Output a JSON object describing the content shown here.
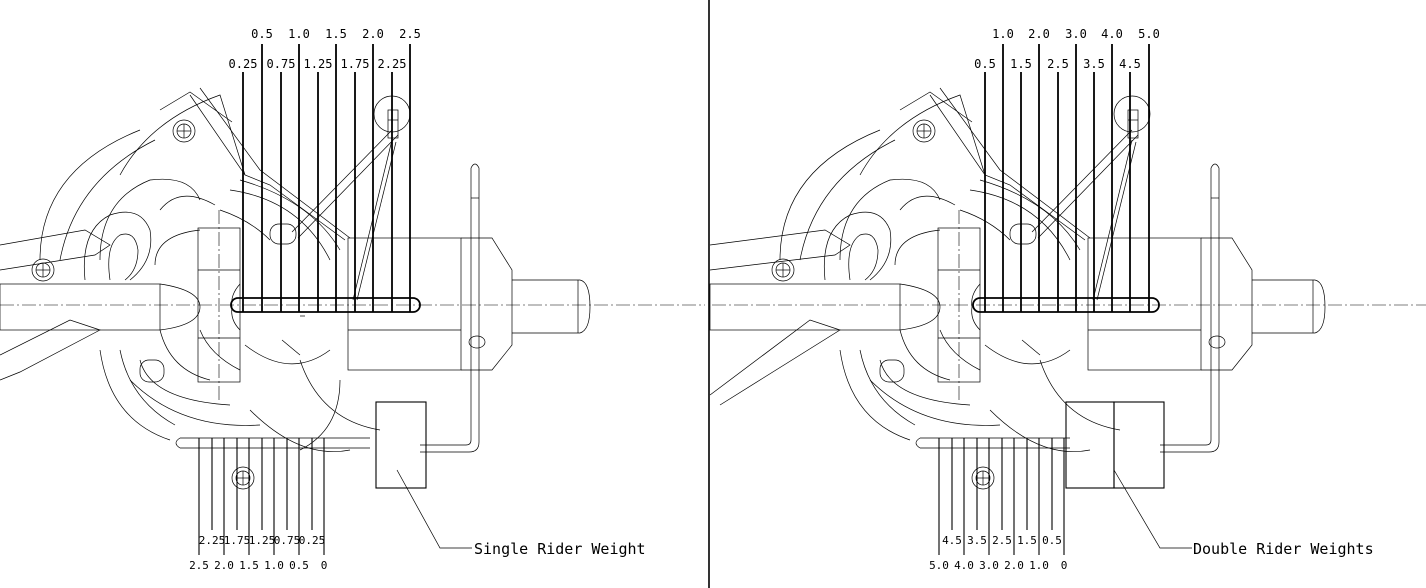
{
  "panels": [
    {
      "id": "single",
      "caption": "Single Rider Weight",
      "top_major_labels": [
        "0.5",
        "1.0",
        "1.5",
        "2.0",
        "2.5"
      ],
      "top_minor_labels": [
        "0.25",
        "0.75",
        "1.25",
        "1.75",
        "2.25"
      ],
      "bottom_minor_labels": [
        "2.25",
        "1.75",
        "1.25",
        "0.75",
        "0.25"
      ],
      "bottom_major_labels": [
        "2.5",
        "2.0",
        "1.5",
        "1.0",
        "0.5",
        "0"
      ]
    },
    {
      "id": "double",
      "caption": "Double Rider Weights",
      "top_major_labels": [
        "1.0",
        "2.0",
        "3.0",
        "4.0",
        "5.0"
      ],
      "top_minor_labels": [
        "0.5",
        "1.5",
        "2.5",
        "3.5",
        "4.5"
      ],
      "bottom_minor_labels": [
        "4.5",
        "3.5",
        "2.5",
        "1.5",
        "0.5"
      ],
      "bottom_major_labels": [
        "5.0",
        "4.0",
        "3.0",
        "2.0",
        "1.0",
        "0"
      ]
    }
  ]
}
